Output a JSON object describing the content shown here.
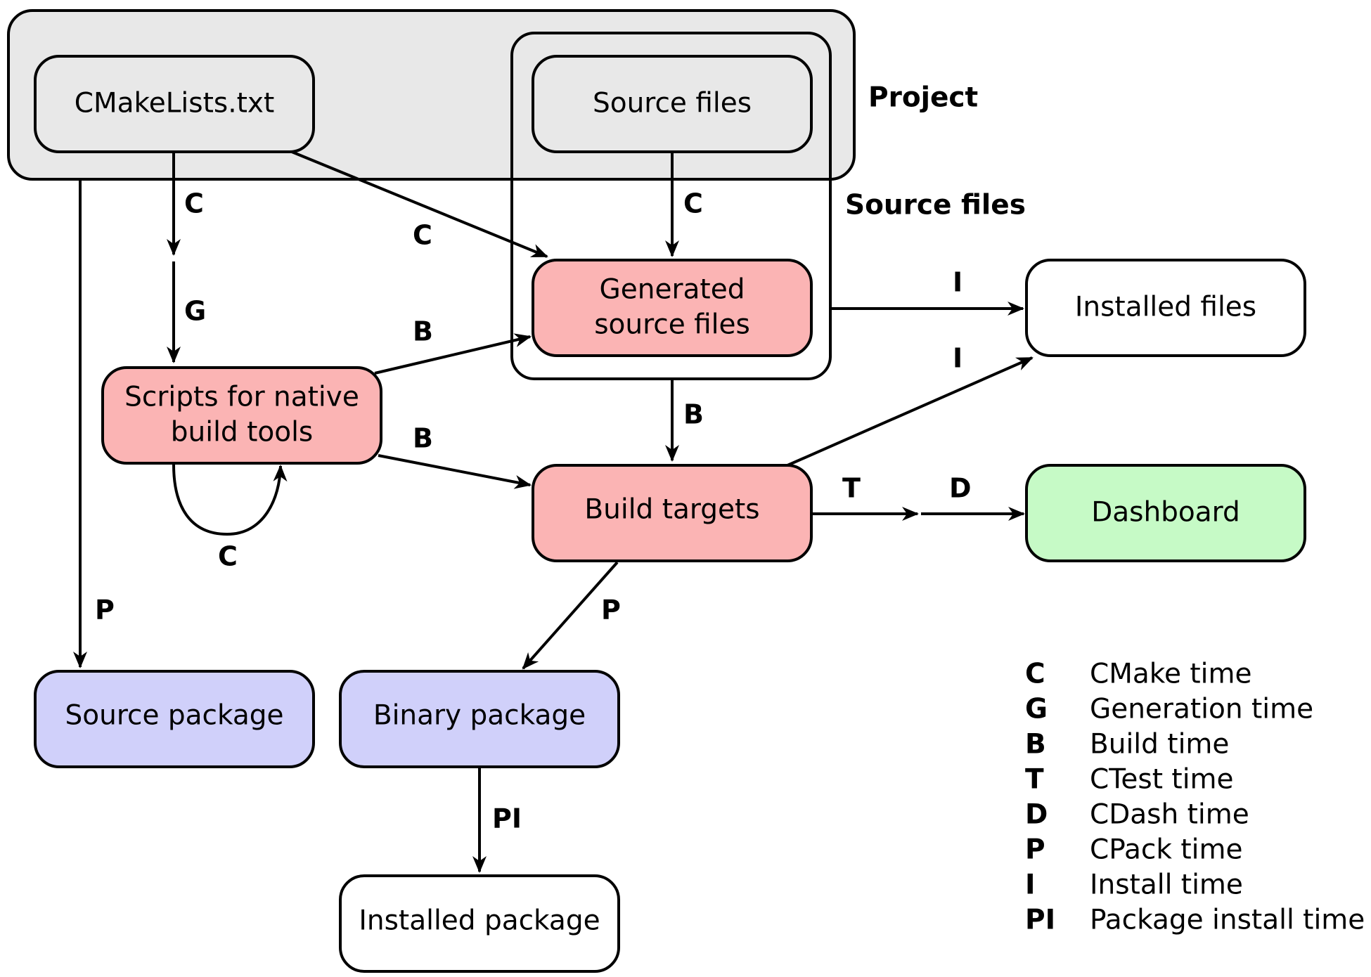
{
  "colors": {
    "project_fill": "#e8e8e8",
    "neutral_fill": "#e8e8e8",
    "build_fill": "#fbb4b4",
    "package_fill": "#d0d0fa",
    "dashboard_fill": "#c6fac6",
    "output_fill": "#ffffff"
  },
  "regions": {
    "project": "Project",
    "source_files": "Source files"
  },
  "nodes": {
    "cmakelists": "CMakeLists.txt",
    "source_files": "Source files",
    "generated_line1": "Generated",
    "generated_line2": "source files",
    "scripts_line1": "Scripts for native",
    "scripts_line2": "build tools",
    "build_targets": "Build targets",
    "installed_files": "Installed files",
    "dashboard": "Dashboard",
    "source_package": "Source package",
    "binary_package": "Binary package",
    "installed_package": "Installed package"
  },
  "edges": {
    "cmake_to_scripts_c": "C",
    "cmake_to_scripts_g": "G",
    "cmake_to_generated": "C",
    "sources_to_generated": "C",
    "scripts_to_generated": "B",
    "scripts_to_targets": "B",
    "scripts_self": "C",
    "generated_to_targets": "B",
    "generated_to_installed": "I",
    "targets_to_installed": "I",
    "targets_test": "T",
    "targets_dash": "D",
    "cmake_to_source_package": "P",
    "targets_to_binary_package": "P",
    "binary_to_installed": "PI"
  },
  "legend": [
    {
      "code": "C",
      "text": "CMake time"
    },
    {
      "code": "G",
      "text": "Generation time"
    },
    {
      "code": "B",
      "text": "Build time"
    },
    {
      "code": "T",
      "text": "CTest time"
    },
    {
      "code": "D",
      "text": "CDash time"
    },
    {
      "code": "P",
      "text": "CPack time"
    },
    {
      "code": "I",
      "text": "Install time"
    },
    {
      "code": "PI",
      "text": "Package install time"
    }
  ]
}
